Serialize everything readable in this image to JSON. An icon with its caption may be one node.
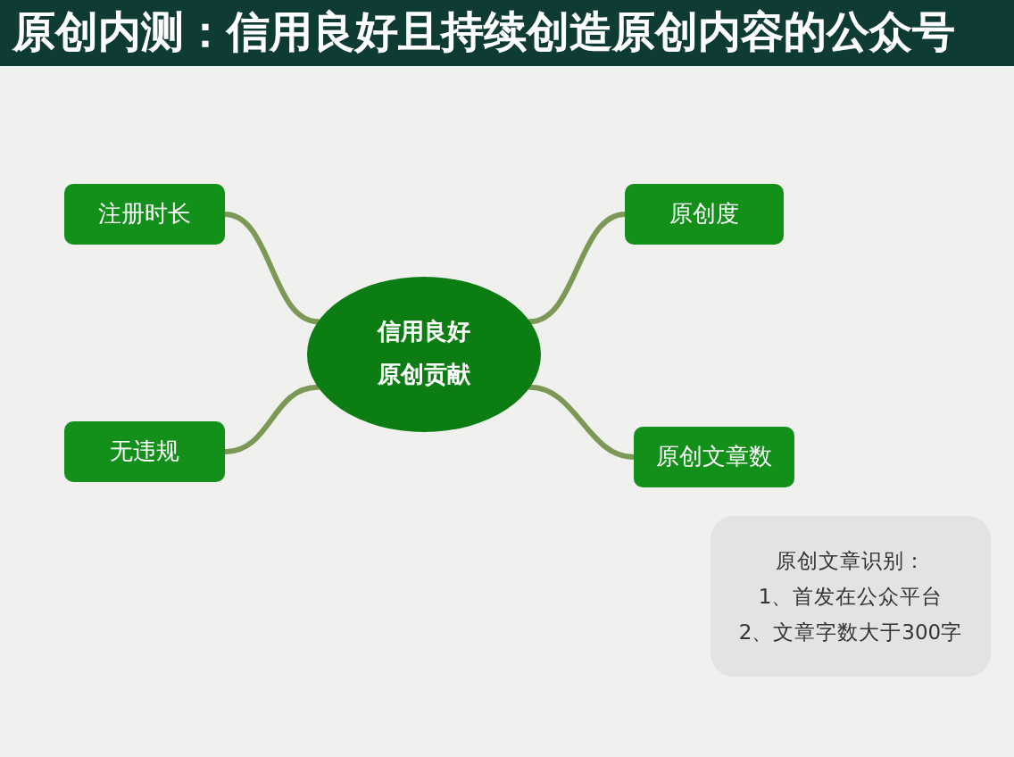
{
  "diagram": {
    "title": "原创内测：信用良好且持续创造原创内容的公众号",
    "nodes": [
      {
        "text": [
          "注册时长"
        ]
      },
      {
        "text": [
          "原创度"
        ]
      },
      {
        "text": [
          "信用良好",
          "原创贡献"
        ]
      },
      {
        "text": [
          "无违规"
        ]
      },
      {
        "text": [
          "原创文章数"
        ]
      },
      {
        "text": [
          "原创文章识别：",
          "1、首发在公众平台",
          "2、文章字数大于300字"
        ]
      }
    ],
    "edges": [
      {
        "from": 2,
        "to": 0,
        "arrow": "none"
      },
      {
        "from": 2,
        "to": 1,
        "arrow": "none"
      },
      {
        "from": 2,
        "to": 3,
        "arrow": "none"
      },
      {
        "from": 2,
        "to": 4,
        "arrow": "none"
      }
    ]
  }
}
